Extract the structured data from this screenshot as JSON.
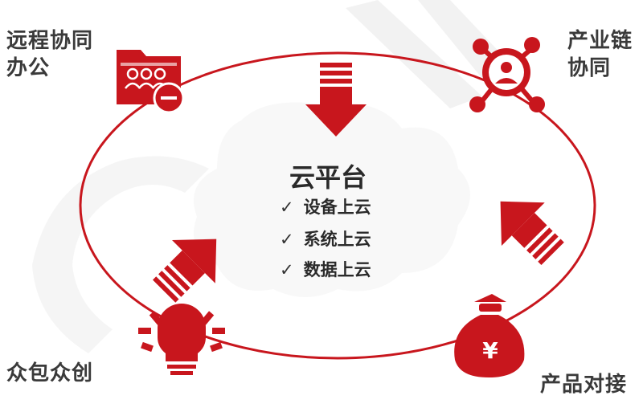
{
  "colors": {
    "accent": "#c8161d",
    "accent_light": "#f6d8d8",
    "ring": "#c8161d",
    "text": "#2a2a2a",
    "watermark": "#e5e5e5"
  },
  "center": {
    "title": "云平台",
    "items": [
      {
        "icon": "check-icon",
        "label": "设备上云"
      },
      {
        "icon": "check-icon",
        "label": "系统上云"
      },
      {
        "icon": "check-icon",
        "label": "数据上云"
      }
    ]
  },
  "nodes": {
    "top_left": {
      "label_line1": "远程协同",
      "label_line2": "办公",
      "icon": "remote-office-folder-icon"
    },
    "top_right": {
      "label_line1": "产业链",
      "label_line2": "协同",
      "icon": "network-person-icon"
    },
    "bottom_left": {
      "label": "众包众创",
      "icon": "lightbulb-icon"
    },
    "bottom_right": {
      "label": "产品对接",
      "icon": "money-bag-icon"
    }
  }
}
